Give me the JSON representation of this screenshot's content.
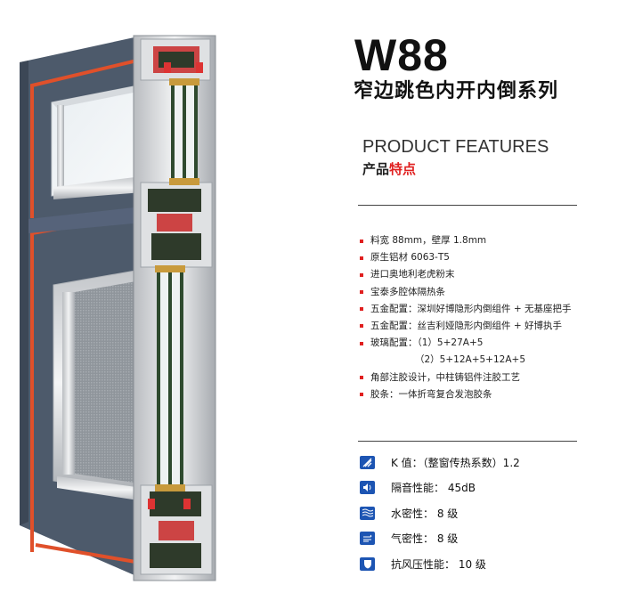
{
  "product": {
    "model": "W88",
    "series_name": "窄边跳色内开内倒系列"
  },
  "features_header": {
    "en": "PRODUCT FEATURES",
    "cn_prefix": "产品",
    "cn_highlight": "特点"
  },
  "features": [
    "料宽 88mm，壁厚 1.8mm",
    "原生铝材 6063-T5",
    "进口奥地利老虎粉末",
    "宝泰多腔体隔热条",
    "五金配置：深圳好博隐形内倒组件 + 无基座把手",
    "五金配置：丝吉利娅隐形内倒组件 + 好博执手",
    "玻璃配置：（1）5+27A+5",
    "（2）5+12A+5+12A+5",
    "角部注胶设计，中柱铸铝件注胶工艺",
    "胶条：一体折弯复合发泡胶条"
  ],
  "performance": [
    {
      "icon": "thermal-icon",
      "label": "K 值：（整窗传热系数）1.2"
    },
    {
      "icon": "sound-icon",
      "label": "隔音性能： 45dB"
    },
    {
      "icon": "water-icon",
      "label": "水密性： 8 级"
    },
    {
      "icon": "air-icon",
      "label": "气密性： 8 级"
    },
    {
      "icon": "wind-shield-icon",
      "label": "抗风压性能： 10 级"
    }
  ],
  "colors": {
    "accent_red": "#e02020",
    "icon_blue": "#1d55b3",
    "frame_grey": "#4d5a6b",
    "seal_orange": "#e0502a",
    "glass_spacer_green": "#2e4a2e"
  }
}
